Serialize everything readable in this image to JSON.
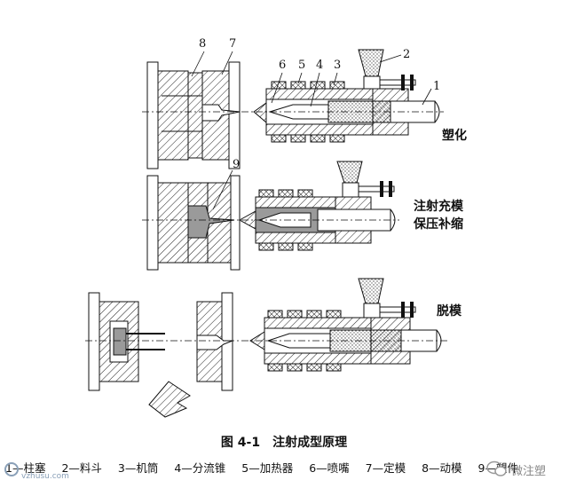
{
  "figure": {
    "stage_labels": [
      "塑化",
      "注射充模",
      "保压补缩",
      "脱模"
    ],
    "part_numbers": [
      "8",
      "7",
      "6",
      "5",
      "4",
      "3",
      "2",
      "1",
      "9"
    ],
    "caption": "图 4-1　注射成型原理",
    "legend": [
      "1—柱塞",
      "2—料斗",
      "3—机筒",
      "4—分流锥",
      "5—加热器",
      "6—喷嘴",
      "7—定模",
      "8—动模",
      "9—塑件"
    ]
  },
  "watermarks": {
    "left_site": "vzhusu.com",
    "right_brand": "微注塑"
  },
  "colors": {
    "ink": "#111111",
    "hatch": "#222222",
    "melt": "#9a9a9a",
    "granules": "#cfcfcf"
  }
}
